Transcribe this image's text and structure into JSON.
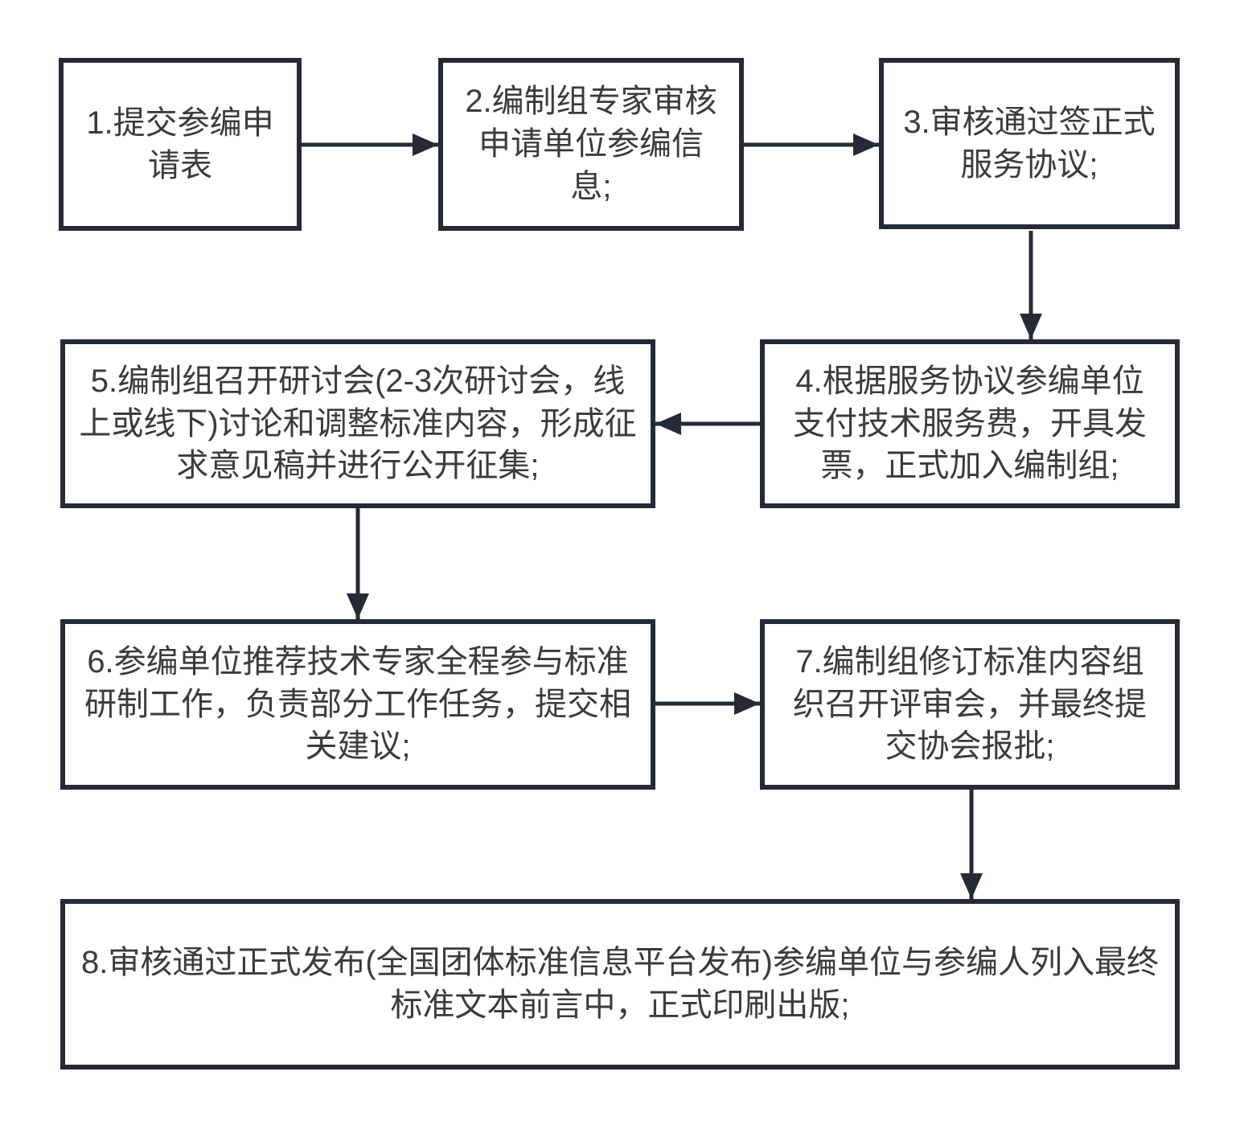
{
  "colors": {
    "line": "#252B36",
    "text": "#3B3B3B",
    "background": "#FFFFFF"
  },
  "flowchart": {
    "type": "process-flow-diagram",
    "nodes": [
      {
        "id": 1,
        "text": "1.提交参编申\n请表"
      },
      {
        "id": 2,
        "text": "2.编制组专家审核\n申请单位参编信\n息;"
      },
      {
        "id": 3,
        "text": "3.审核通过签正式\n服务协议;"
      },
      {
        "id": 4,
        "text": "4.根据服务协议参编单位\n支付技术服务费，开具发\n票，正式加入编制组;"
      },
      {
        "id": 5,
        "text": "5.编制组召开研讨会(2-3次研讨会，线\n上或线下)讨论和调整标准内容，形成征\n求意见稿并进行公开征集;"
      },
      {
        "id": 6,
        "text": "6.参编单位推荐技术专家全程参与标准\n研制工作，负责部分工作任务，提交相\n关建议;"
      },
      {
        "id": 7,
        "text": "7.编制组修订标准内容组\n织召开评审会，并最终提\n交协会报批;"
      },
      {
        "id": 8,
        "text": "8.审核通过正式发布(全国团体标准信息平台发布)参编单位与参编人列入最终\n标准文本前言中，正式印刷出版;"
      }
    ],
    "edges": [
      {
        "from": 1,
        "to": 2
      },
      {
        "from": 2,
        "to": 3
      },
      {
        "from": 3,
        "to": 4
      },
      {
        "from": 4,
        "to": 5
      },
      {
        "from": 5,
        "to": 6
      },
      {
        "from": 6,
        "to": 7
      },
      {
        "from": 7,
        "to": 8
      }
    ]
  }
}
